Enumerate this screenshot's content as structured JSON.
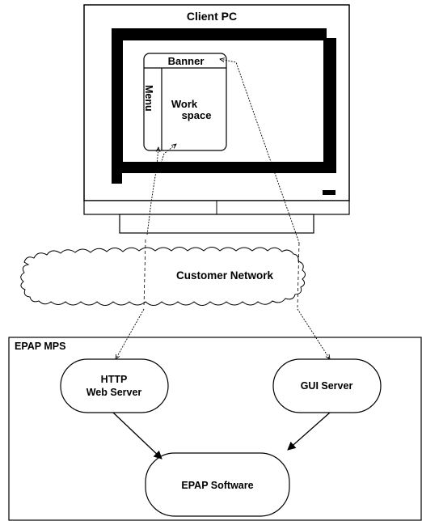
{
  "client": {
    "title": "Client PC",
    "window": {
      "banner": "Banner",
      "menu": "Menu",
      "workspace_line1": "Work",
      "workspace_line2": "space"
    }
  },
  "network": {
    "label": "Customer Network"
  },
  "server": {
    "title": "EPAP MPS",
    "http_line1": "HTTP",
    "http_line2": "Web Server",
    "gui": "GUI Server",
    "software": "EPAP Software"
  }
}
